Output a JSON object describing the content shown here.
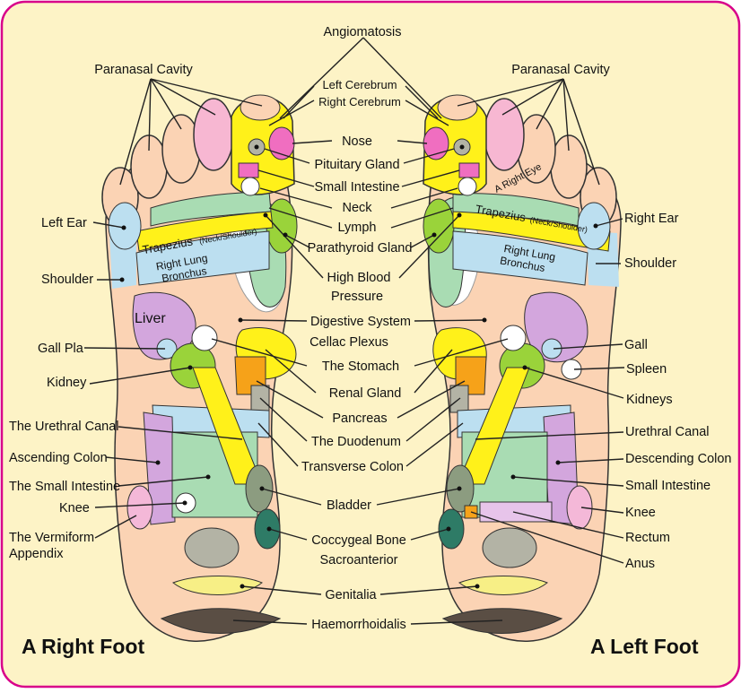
{
  "titles": {
    "right_foot": "A Right Foot",
    "left_foot": "A Left Foot"
  },
  "center": {
    "angiomatosis": "Angiomatosis",
    "left_cerebrum": "Left Cerebrum",
    "right_cerebrum": "Right Cerebrum",
    "nose": "Nose",
    "pituitary_gland": "Pituitary Gland",
    "small_intestine": "Small Intestine",
    "neck": "Neck",
    "lymph": "Lymph",
    "parathyroid_gland": "Parathyroid Gland",
    "high_blood": "High Blood",
    "pressure": "Pressure",
    "digestive_system": "Digestive System",
    "cellac_plexus": "Cellac Plexus",
    "the_stomach": "The Stomach",
    "renal_gland": "Renal Gland",
    "pancreas": "Pancreas",
    "the_duodenum": "The Duodenum",
    "transverse_colon": "Transverse Colon",
    "bladder": "Bladder",
    "coccygeal_bone": "Coccygeal Bone",
    "sacroanterior": "Sacroanterior",
    "genitalia": "Genitalia",
    "haemorrhoidalis": "Haemorrhoidalis"
  },
  "left_side": {
    "paranasal_cavity": "Paranasal Cavity",
    "left_ear": "Left Ear",
    "shoulder": "Shoulder",
    "gall_pla": "Gall Pla",
    "kidney": "Kidney",
    "urethral_canal": "The Urethral Canal",
    "ascending_colon": "Ascending Colon",
    "small_intestine": "The Small Intestine",
    "knee": "Knee",
    "vermiform": "The Vermiform",
    "appendix": "Appendix"
  },
  "right_side": {
    "paranasal_cavity": "Paranasal Cavity",
    "right_ear": "Right Ear",
    "shoulder": "Shoulder",
    "gall": "Gall",
    "spleen": "Spleen",
    "kidneys": "Kidneys",
    "urethral_canal": "Urethral Canal",
    "descending_colon": "Descending Colon",
    "small_intestine": "Small Intestine",
    "knee": "Knee",
    "rectum": "Rectum",
    "anus": "Anus"
  },
  "in_foot": {
    "liver": "Liver",
    "trapezius": "Trapezius",
    "neck_shoulder": "(Neck/Shoulder)",
    "right_lung": "Right Lung",
    "bronchus": "Bronchus",
    "a_right_eye": "A Right Eye"
  },
  "colors": {
    "frame": "#d8008a",
    "background": "#fdf3c6",
    "skin": "#fbd3b4",
    "yellow": "#fff11a",
    "pink": "#f06ec0",
    "lavender": "#d3a6dd",
    "light_blue": "#bcdff0",
    "green": "#a9dcb3",
    "lime": "#9ad33a",
    "teal": "#2e7b66",
    "grey": "#b3b3a5",
    "orange": "#f6a219"
  }
}
